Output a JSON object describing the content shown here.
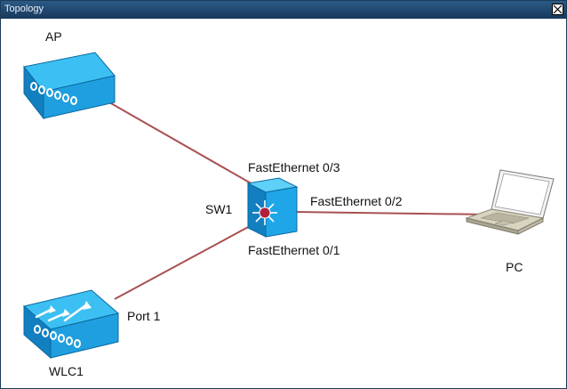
{
  "window": {
    "title": "Topology"
  },
  "devices": {
    "ap": {
      "name": "AP",
      "icon": "access-point-icon"
    },
    "sw1": {
      "name": "SW1",
      "icon": "multilayer-switch-icon"
    },
    "pc": {
      "name": "PC",
      "icon": "laptop-icon"
    },
    "wlc1": {
      "name": "WLC1",
      "icon": "wireless-lan-controller-icon"
    }
  },
  "links": {
    "sw1_ap_port": "FastEthernet 0/3",
    "sw1_pc_port": "FastEthernet 0/2",
    "sw1_wlc_port": "FastEthernet 0/1",
    "wlc_port": "Port 1"
  },
  "colors": {
    "titlebar": "#1f4a73",
    "device_blue": "#1ea6e8",
    "link": "#a85050"
  }
}
